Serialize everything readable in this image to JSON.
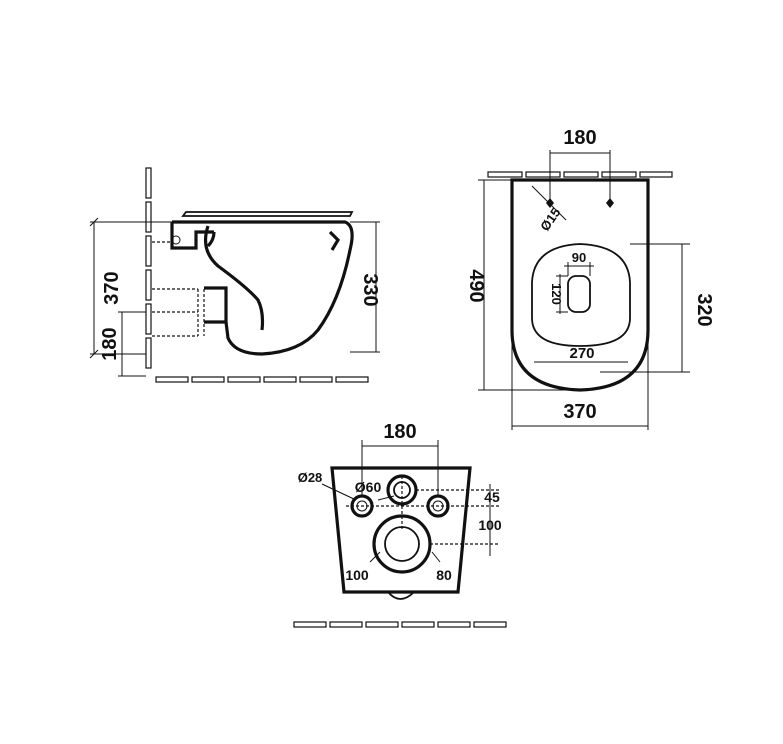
{
  "side_view": {
    "height_total": "370",
    "height_lower": "180",
    "bowl_depth": "330"
  },
  "top_view": {
    "hole_spacing": "180",
    "hole_dia": "Ø15",
    "length": "490",
    "inner_length": "320",
    "width": "370",
    "outlet_width": "90",
    "outlet_length": "120",
    "inner_width": "270"
  },
  "back_view": {
    "bolt_spacing": "180",
    "bolt_dia": "Ø28",
    "inlet_dia": "Ø60",
    "offset_top": "45",
    "offset_outlet": "100",
    "outlet_left": "100",
    "outlet_right": "80"
  }
}
